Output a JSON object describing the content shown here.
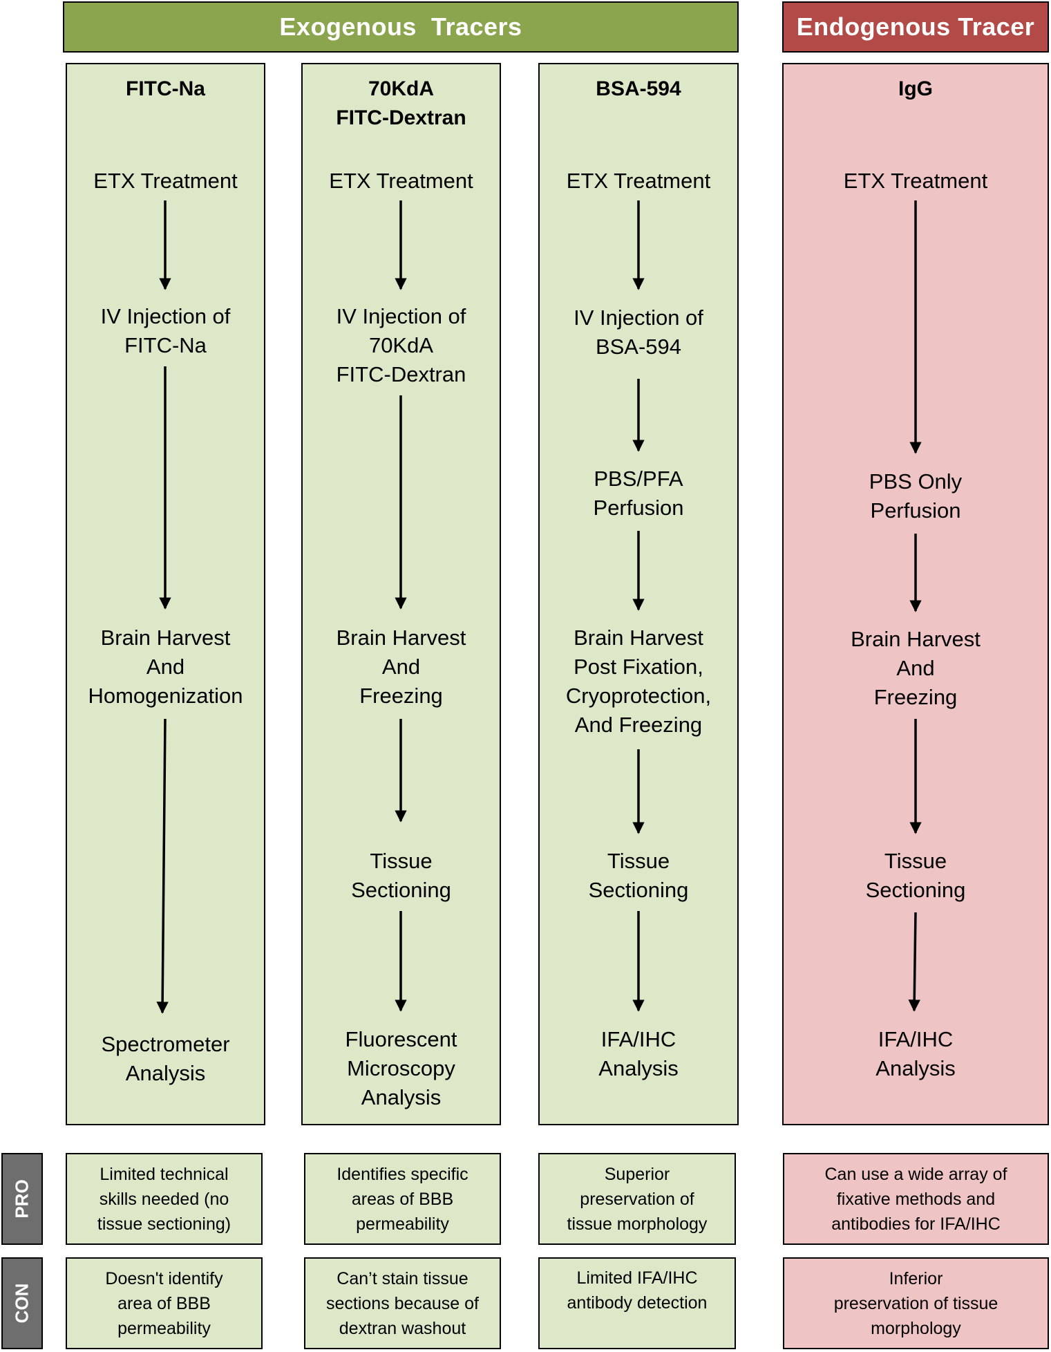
{
  "headers": {
    "exogenous": "Exogenous  Tracers",
    "endogenous": "Endogenous Tracer"
  },
  "colors": {
    "exogenous_header": "#8aa54e",
    "endogenous_header": "#b24a47",
    "exogenous_fill": "#dde8c9",
    "endogenous_fill": "#efc4c4",
    "side_label_fill": "#6e6e6e"
  },
  "columns": [
    {
      "title_lines": [
        "FITC-Na"
      ],
      "steps": [
        [
          "ETX Treatment"
        ],
        [
          "IV Injection of",
          "FITC-Na"
        ],
        [
          "Brain Harvest",
          "And",
          "Homogenization"
        ],
        [
          "Spectrometer",
          "Analysis"
        ]
      ]
    },
    {
      "title_lines": [
        "70KdA",
        "FITC-Dextran"
      ],
      "steps": [
        [
          "ETX Treatment"
        ],
        [
          "IV Injection of",
          "70KdA",
          "FITC-Dextran"
        ],
        [
          "Brain Harvest",
          "And",
          "Freezing"
        ],
        [
          "Tissue",
          "Sectioning"
        ],
        [
          "Fluorescent",
          "Microscopy",
          "Analysis"
        ]
      ]
    },
    {
      "title_lines": [
        "BSA-594"
      ],
      "steps": [
        [
          "ETX Treatment"
        ],
        [
          "IV Injection of",
          "BSA-594"
        ],
        [
          "PBS/PFA",
          "Perfusion"
        ],
        [
          "Brain Harvest",
          "Post Fixation,",
          "Cryoprotection,",
          "And Freezing"
        ],
        [
          "Tissue",
          "Sectioning"
        ],
        [
          "IFA/IHC",
          "Analysis"
        ]
      ]
    },
    {
      "title_lines": [
        "IgG"
      ],
      "steps": [
        [
          "ETX Treatment"
        ],
        [
          "PBS Only",
          "Perfusion"
        ],
        [
          "Brain Harvest",
          "And",
          "Freezing"
        ],
        [
          "Tissue",
          "Sectioning"
        ],
        [
          "IFA/IHC",
          "Analysis"
        ]
      ]
    }
  ],
  "row_labels": {
    "pro": "PRO",
    "con": "CON"
  },
  "pros": [
    [
      "Limited technical",
      "skills needed (no",
      "tissue sectioning)"
    ],
    [
      "Identifies specific",
      "areas of BBB",
      "permeability"
    ],
    [
      "Superior",
      "preservation of",
      "tissue morphology"
    ],
    [
      "Can use a wide array of",
      "fixative methods and",
      "antibodies for IFA/IHC"
    ]
  ],
  "cons": [
    [
      "Doesn't identify",
      "area of BBB",
      "permeability"
    ],
    [
      "Can’t stain tissue",
      "sections because of",
      "dextran washout"
    ],
    [
      "Limited IFA/IHC",
      "antibody detection"
    ],
    [
      "Inferior",
      "preservation of tissue",
      "morphology"
    ]
  ]
}
